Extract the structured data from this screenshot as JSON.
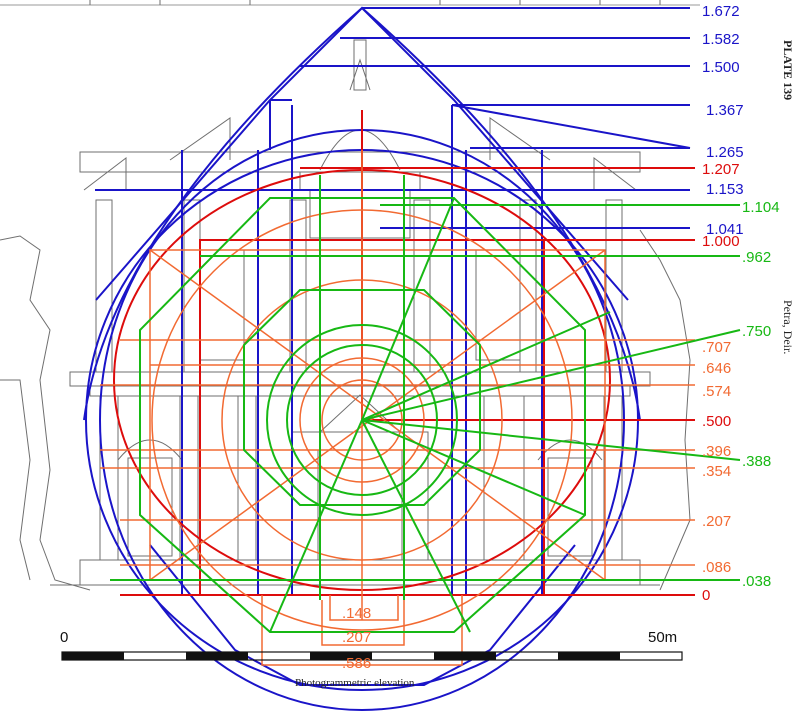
{
  "colors": {
    "blue": "#1a14c8",
    "red": "#dd0c0c",
    "orange": "#f26a32",
    "green": "#17b814",
    "drawing": "#6f6f6f"
  },
  "labels": {
    "blue": [
      "1.672",
      "1.582",
      "1.500",
      "1.367",
      "1.265",
      "1.153",
      "1.041"
    ],
    "red": [
      "1.207",
      "1.000",
      ".500",
      "0"
    ],
    "green": [
      "1.104",
      ".962",
      ".750",
      ".388",
      ".038"
    ],
    "orange": [
      ".707",
      ".646",
      ".574",
      ".396",
      ".354",
      ".207",
      ".086"
    ],
    "orange_bottom": [
      ".148",
      ".207",
      ".586"
    ]
  },
  "plate": "PLATE 139",
  "site": "Petra, Deir.",
  "scale_start": "0",
  "scale_end": "50m",
  "caption": "Photogrammetric elevation"
}
